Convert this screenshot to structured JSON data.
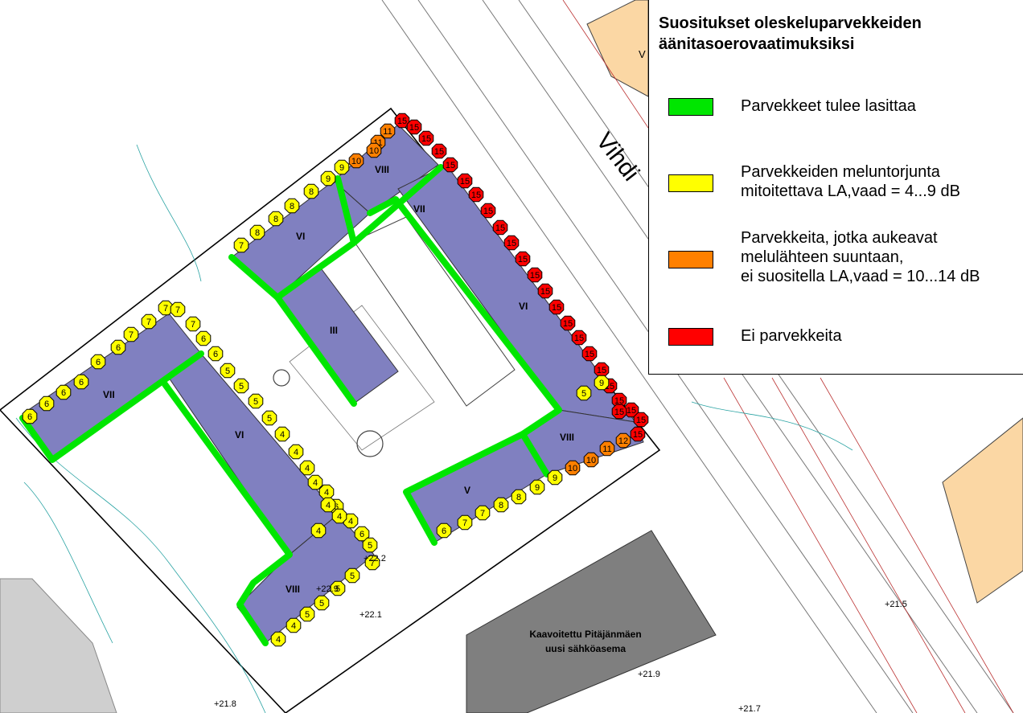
{
  "legend": {
    "title_line1": "Suositukset oleskeluparvekkeiden",
    "title_line2": "äänitasoerovaatimuksiksi",
    "items": [
      {
        "color": "#00e600",
        "lines": [
          "Parvekkeet tulee lasittaa"
        ]
      },
      {
        "color": "#ffff00",
        "lines": [
          "Parvekkeiden meluntorjunta",
          "mitoitettava LA,vaad = 4...9 dB"
        ]
      },
      {
        "color": "#ff8000",
        "lines": [
          "Parvekkeita, jotka aukeavat",
          "melulähteen suuntaan,",
          "ei suositella LA,vaad = 10...14 dB"
        ]
      },
      {
        "color": "#ff0000",
        "lines": [
          "Ei parvekkeita"
        ]
      }
    ]
  },
  "map": {
    "street_name": "Vihdi",
    "cut_letter": "V",
    "floor_labels": [
      "VIII",
      "VII",
      "VI",
      "III",
      "VI",
      "VII",
      "VI",
      "VIII",
      "V",
      "VIII"
    ],
    "substation_label_line1": "Kaavoitettu Pitäjänmäen",
    "substation_label_line2": "uusi sähköasema",
    "elevations": [
      "+22.2",
      "+22.9",
      "+22.1",
      "+21.9",
      "+21.8",
      "+21.5",
      "+21.7"
    ],
    "marker_values": [
      "11",
      "11",
      "10",
      "10",
      "9",
      "9",
      "8",
      "8",
      "8",
      "8",
      "7",
      "15",
      "15",
      "15",
      "15",
      "15",
      "15",
      "15",
      "15",
      "15",
      "15",
      "15",
      "15",
      "15",
      "15",
      "15",
      "15",
      "15",
      "15",
      "15",
      "15",
      "15",
      "5",
      "9",
      "15",
      "15",
      "15",
      "12",
      "11",
      "10",
      "10",
      "9",
      "9",
      "8",
      "8",
      "7",
      "7",
      "6",
      "6",
      "6",
      "6",
      "6",
      "6",
      "6",
      "7",
      "7",
      "7",
      "7",
      "7",
      "6",
      "6",
      "5",
      "5",
      "5",
      "5",
      "4",
      "4",
      "4",
      "4",
      "4",
      "6",
      "4",
      "6",
      "7",
      "5",
      "5",
      "5",
      "5",
      "5",
      "4",
      "4",
      "4",
      "4",
      "4"
    ]
  }
}
